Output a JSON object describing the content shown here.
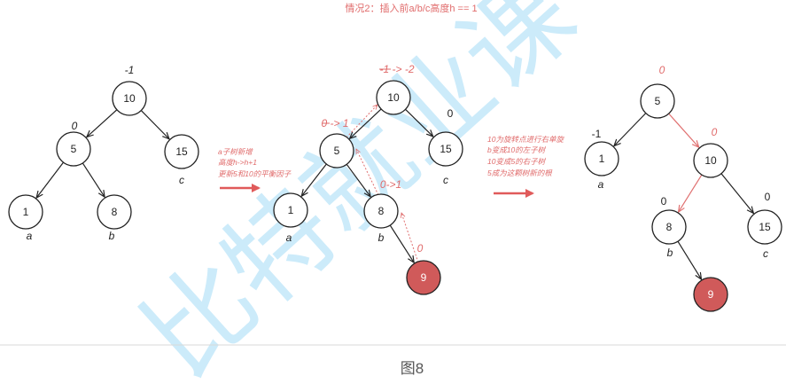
{
  "title": "情况2：插入前a/b/c高度h == 1",
  "caption": "图8",
  "watermark": "比特就业课",
  "colors": {
    "accent": "#e06b6b",
    "highlight_node": "#d05a5a",
    "watermark": "#8fd3f4"
  },
  "note1": [
    "a子树新增",
    "高度h->h+1",
    "更新5和10的平衡因子"
  ],
  "note2": [
    "10为旋转点进行右单旋",
    "b变成10的左子树",
    "10变成5的右子树",
    "5成为这颗树新的根"
  ],
  "trees": [
    {
      "nodes": [
        {
          "id": "n10",
          "key": "10",
          "bf": "-1",
          "bf_style": "italic"
        },
        {
          "id": "n5",
          "key": "5",
          "bf": "0",
          "bf_style": "italic"
        },
        {
          "id": "n15",
          "key": "15",
          "sub": "c"
        },
        {
          "id": "n1",
          "key": "1",
          "sub": "a"
        },
        {
          "id": "n8",
          "key": "8",
          "sub": "b"
        }
      ]
    },
    {
      "nodes": [
        {
          "id": "n10",
          "key": "10",
          "bf": "-1 -> -2",
          "bf_style": "red"
        },
        {
          "id": "n5",
          "key": "5",
          "bf": "0 -> 1",
          "bf_style": "red"
        },
        {
          "id": "n15",
          "key": "15",
          "bf": "0",
          "bf_style": "plain",
          "sub": "c"
        },
        {
          "id": "n1",
          "key": "1",
          "sub": "a"
        },
        {
          "id": "n8",
          "key": "8",
          "bf": "0->1",
          "bf_style": "red",
          "sub": "b"
        },
        {
          "id": "n9",
          "key": "9",
          "bf": "0",
          "bf_style": "red",
          "highlight": true
        }
      ]
    },
    {
      "nodes": [
        {
          "id": "n5",
          "key": "5",
          "bf": "0",
          "bf_style": "red-italic"
        },
        {
          "id": "n1",
          "key": "1",
          "bf": "-1",
          "bf_style": "plain",
          "sub": "a"
        },
        {
          "id": "n10",
          "key": "10",
          "bf": "0",
          "bf_style": "red-italic"
        },
        {
          "id": "n8",
          "key": "8",
          "bf": "0",
          "bf_style": "plain",
          "sub": "b"
        },
        {
          "id": "n15",
          "key": "15",
          "bf": "0",
          "bf_style": "plain",
          "sub": "c"
        },
        {
          "id": "n9",
          "key": "9",
          "highlight": true
        }
      ]
    }
  ]
}
